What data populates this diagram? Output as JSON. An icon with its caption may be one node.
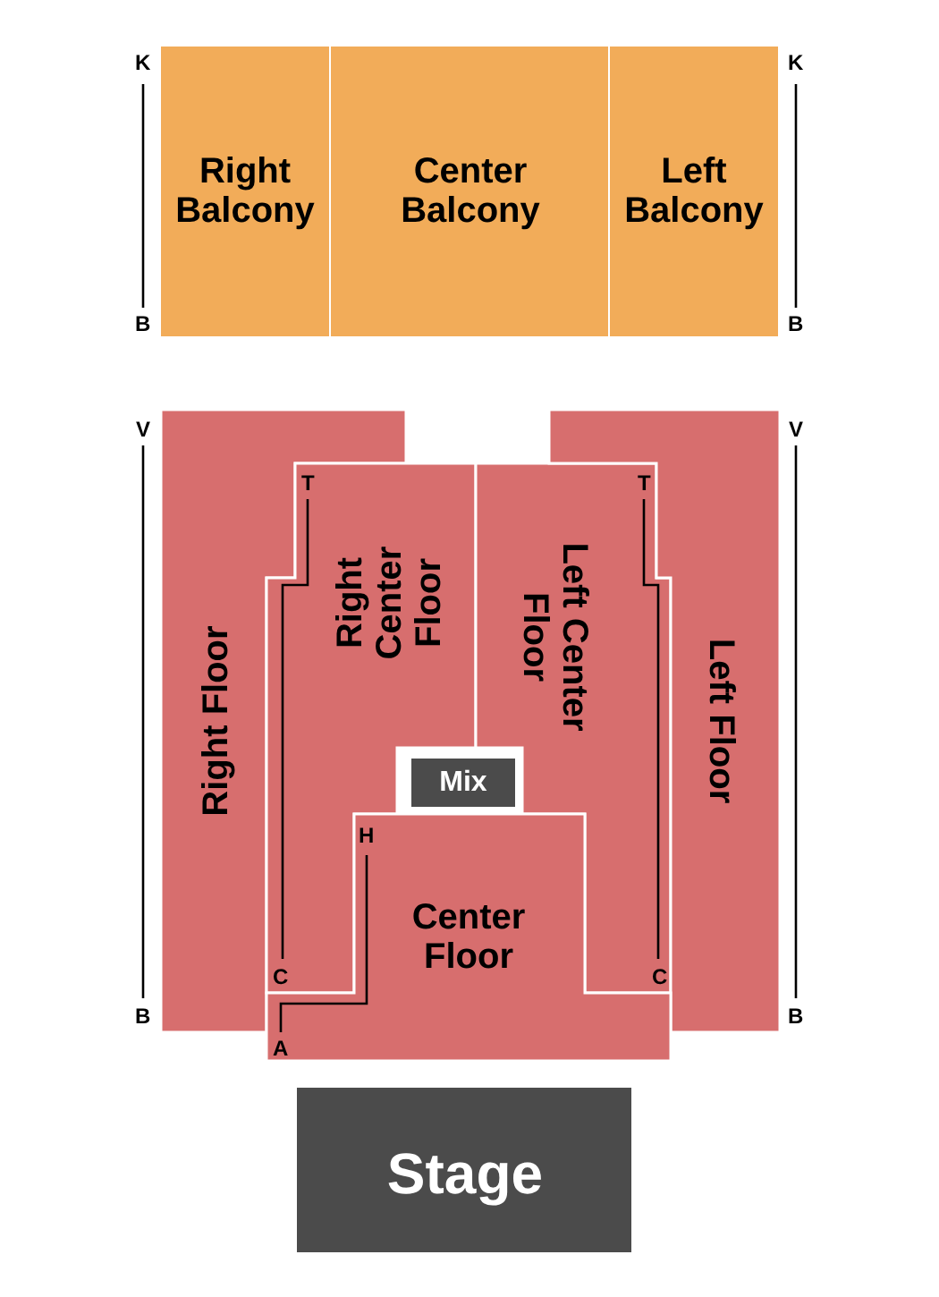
{
  "diagram": {
    "nodes": [
      {
        "text": [
          "Right Balcony"
        ]
      },
      {
        "text": [
          "Center Balcony"
        ]
      },
      {
        "text": [
          "Left Balcony"
        ]
      },
      {
        "text": [
          "Right Floor"
        ]
      },
      {
        "text": [
          "Right Center Floor"
        ]
      },
      {
        "text": [
          "Left Center Floor"
        ]
      },
      {
        "text": [
          "Left Floor"
        ]
      },
      {
        "text": [
          "Mix"
        ]
      },
      {
        "text": [
          "Center Floor"
        ]
      },
      {
        "text": [
          "Stage"
        ]
      }
    ],
    "edges": [],
    "labels": [
      "K",
      "K",
      "B",
      "B",
      "V",
      "V",
      "T",
      "T",
      "H",
      "C",
      "C",
      "B",
      "B",
      "A"
    ]
  }
}
